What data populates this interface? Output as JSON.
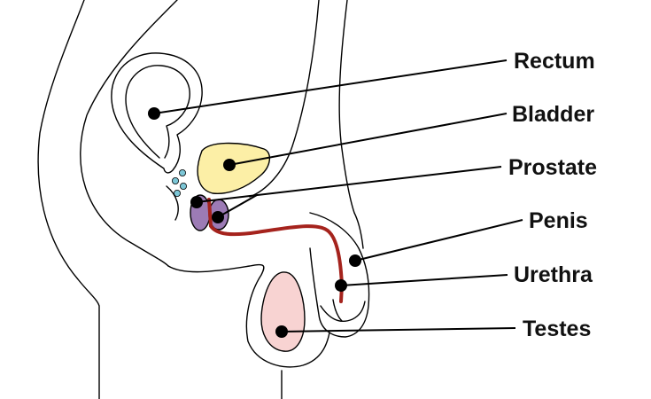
{
  "labels": {
    "rectum": "Rectum",
    "bladder": "Bladder",
    "prostate": "Prostate",
    "penis": "Penis",
    "urethra": "Urethra",
    "testes": "Testes"
  },
  "colors": {
    "bladder_fill": "#fcefa6",
    "prostate_fill": "#9c7bb5",
    "testes_fill": "#f8d3d2",
    "urethra_stroke": "#a5231d",
    "vesicle_fill": "#7cc6d6",
    "marker": "#000000"
  }
}
